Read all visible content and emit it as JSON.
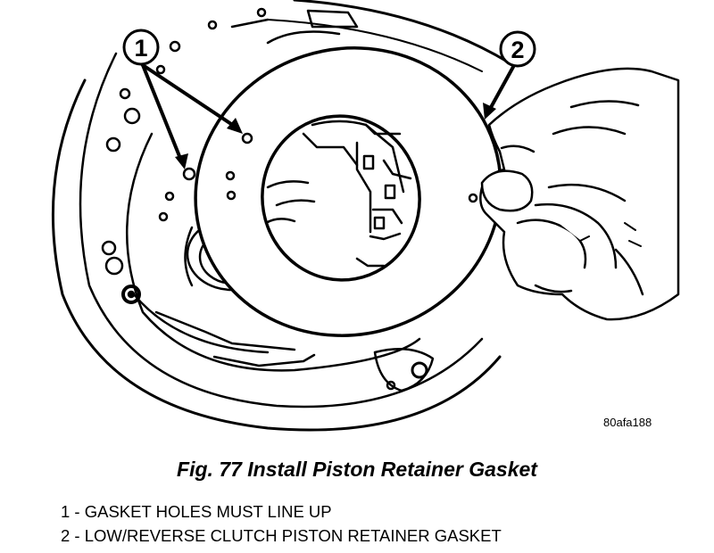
{
  "callouts": [
    {
      "number": "1"
    },
    {
      "number": "2"
    }
  ],
  "reference_code": "80afa188",
  "caption": "Fig. 77 Install Piston Retainer Gasket",
  "legend": [
    {
      "text": "1 - GASKET HOLES MUST LINE UP"
    },
    {
      "text": "2 - LOW/REVERSE CLUTCH PISTON RETAINER GASKET"
    }
  ]
}
